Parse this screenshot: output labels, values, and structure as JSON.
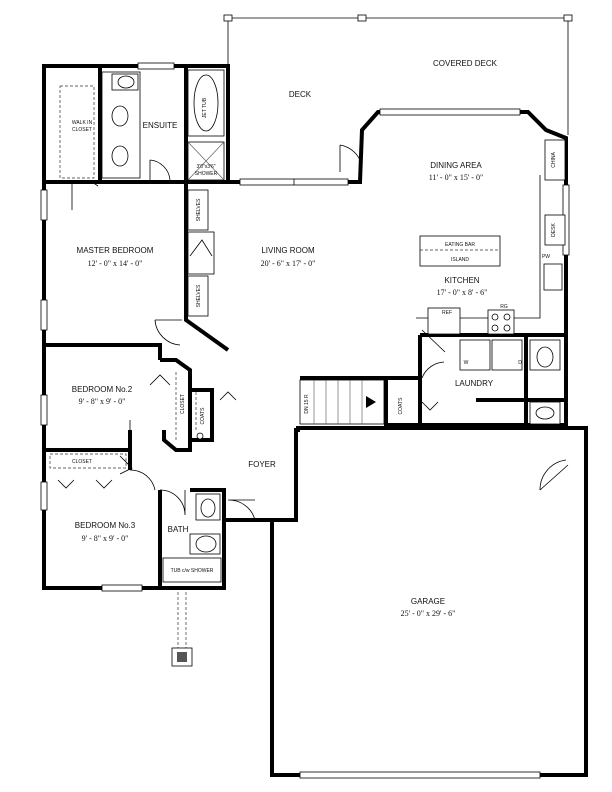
{
  "rooms": {
    "covered_deck": "COVERED DECK",
    "deck": "DECK",
    "dining": {
      "name": "DINING AREA",
      "dim": "11' - 0\" x 15' - 0\""
    },
    "china": "CHINA",
    "desk": "DESK",
    "pw": "PW",
    "eating_bar": "EATING BAR",
    "island": "ISLAND",
    "kitchen": {
      "name": "KITCHEN",
      "dim": "17' - 0\" x 8' - 6\""
    },
    "ref": "REF",
    "rg": "RG",
    "ensuite": "ENSUITE",
    "walk_in_closet_1": "WALK IN",
    "walk_in_closet_2": "CLOSET",
    "jet_tub": "JET TUB",
    "shower_1": "3'0\"x3'6\"",
    "shower_2": "SHOWER",
    "master": {
      "name": "MASTER BEDROOM",
      "dim": "12' - 0\" x 14' - 0\""
    },
    "shelves_top": "SHELVES",
    "shelves_bottom": "SHELVES",
    "living": {
      "name": "LIVING ROOM",
      "dim": "20' - 6\" x 17' - 0\""
    },
    "bedroom2": {
      "name": "BEDROOM No.2",
      "dim": "9' - 8\" x 9' - 0\""
    },
    "closet_b2": "CLOSET",
    "coats_1": "COATS",
    "coats_2": "COATS",
    "dn": "DN 15 R",
    "laundry": "LAUNDRY",
    "w": "W",
    "d": "D",
    "closet_b3": "CLOSET",
    "foyer": "FOYER",
    "bedroom3": {
      "name": "BEDROOM No.3",
      "dim": "9' - 8\" x 9' - 0\""
    },
    "bath": "BATH",
    "tub_shower": "TUB c/w SHOWER",
    "garage": {
      "name": "GARAGE",
      "dim": "25' - 0\" x 29' - 6\""
    }
  }
}
